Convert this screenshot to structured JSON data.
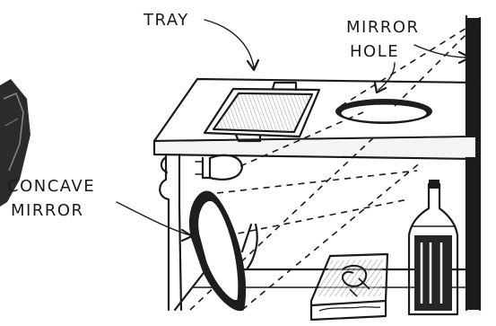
{
  "labels": {
    "tray": "TRAY",
    "mirror_hole_line1": "MIRROR",
    "mirror_hole_line2": "HOLE",
    "concave_line1": "CONCAVE",
    "concave_line2": "MIRROR"
  }
}
